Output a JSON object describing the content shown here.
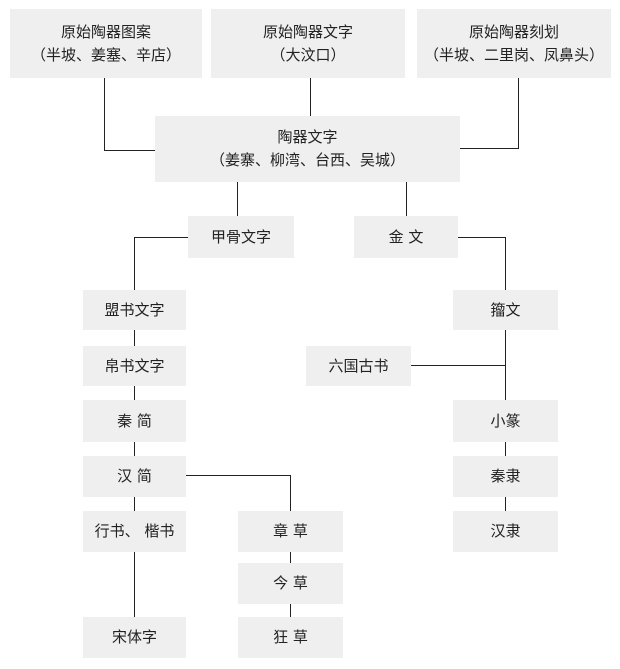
{
  "nodes": {
    "pottery_pattern": {
      "line1": "原始陶器图案",
      "line2": "（半坡、姜塞、辛店）"
    },
    "pottery_text": {
      "line1": "原始陶器文字",
      "line2": "（大汶口）"
    },
    "pottery_carving": {
      "line1": "原始陶器刻划",
      "line2": "（半坡、二里岗、凤鼻头）"
    },
    "pottery_script": {
      "line1": "陶器文字",
      "line2": "（姜寨、柳湾、台西、吴城）"
    },
    "oracle_bone": {
      "label": "甲骨文字"
    },
    "bronze": {
      "label": "金 文"
    },
    "covenant": {
      "label": "盟书文字"
    },
    "zhouwen": {
      "label": "籀文"
    },
    "silk": {
      "label": "帛书文字"
    },
    "six_states": {
      "label": "六国古书"
    },
    "qin_slips": {
      "label": "秦 简"
    },
    "small_seal": {
      "label": "小篆"
    },
    "han_slips": {
      "label": "汉 简"
    },
    "qin_clerical": {
      "label": "秦隶"
    },
    "running_regular": {
      "label": "行书、 楷书"
    },
    "zhangcao": {
      "label": "章 草"
    },
    "han_clerical": {
      "label": "汉隶"
    },
    "jincao": {
      "label": "今 草"
    },
    "song_style": {
      "label": "宋体字"
    },
    "kuangcao": {
      "label": "狂 草"
    }
  }
}
